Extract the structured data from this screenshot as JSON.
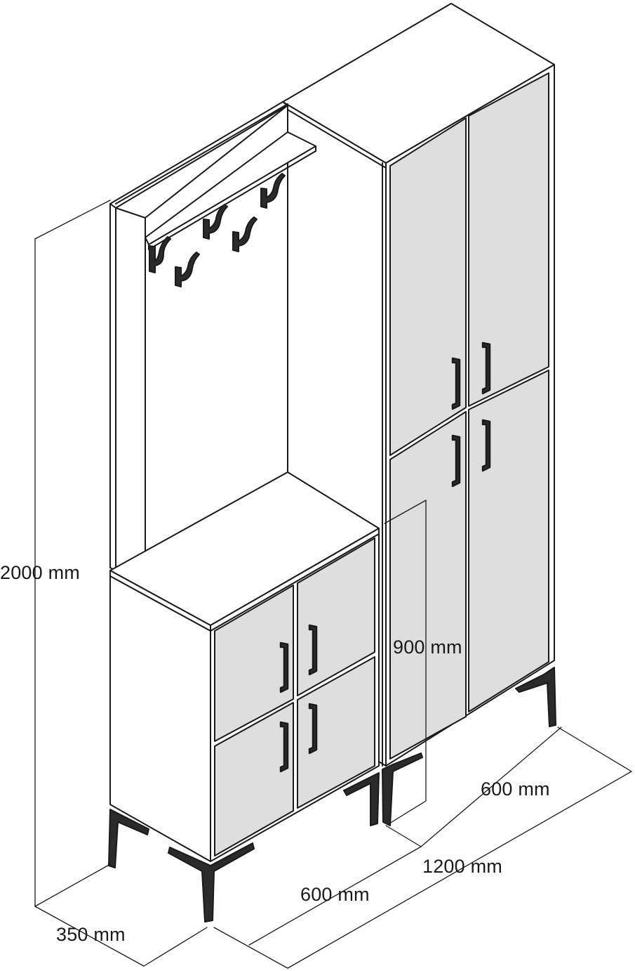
{
  "dimensions": {
    "total_height": "2000 mm",
    "depth": "350 mm",
    "hall_unit_width": "600 mm",
    "total_width": "1200 mm",
    "cabinet_width": "600 mm",
    "bench_height": "900 mm"
  },
  "colors": {
    "outline": "#1a1a1a",
    "door_fill": "#dedede",
    "body_fill": "#ffffff",
    "hardware": "#2b2b2b"
  }
}
